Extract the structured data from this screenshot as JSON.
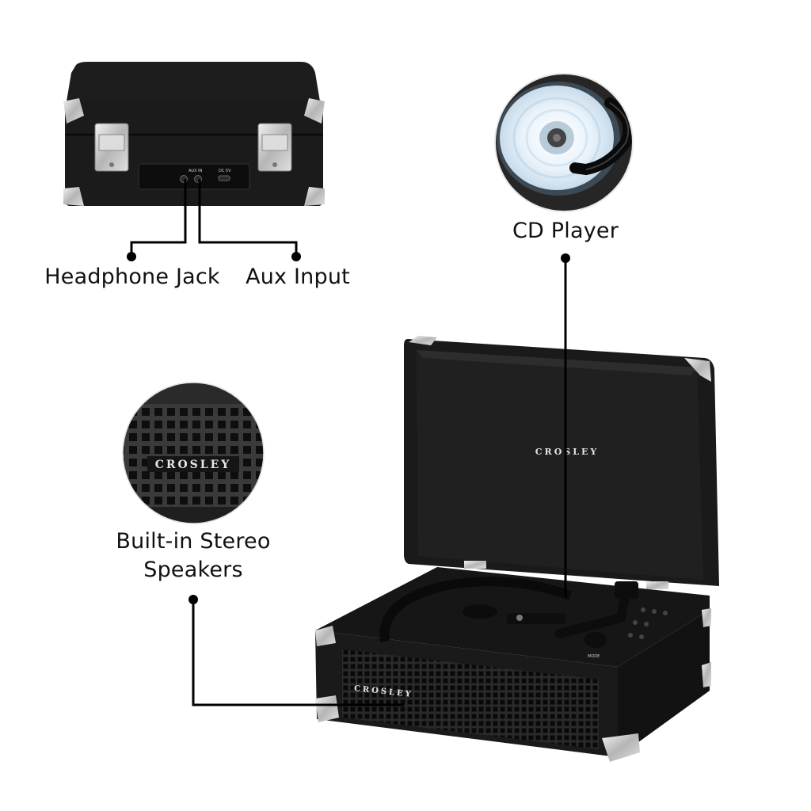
{
  "labels": {
    "headphone_jack": "Headphone Jack",
    "aux_input": "Aux Input",
    "cd_player": "CD Player",
    "speakers_line1": "Built-in Stereo",
    "speakers_line2": "Speakers"
  },
  "brand": "CROSLEY",
  "port_labels": {
    "aux_in": "AUX IN",
    "dc": "DC 5V"
  },
  "panel_labels": {
    "mode": "MODE"
  },
  "colors": {
    "case_black": "#1a1a1a",
    "interior_black": "#222222",
    "chrome": "#c9c9c9",
    "leader_line": "#000000",
    "text": "#111111",
    "background": "#ffffff"
  }
}
